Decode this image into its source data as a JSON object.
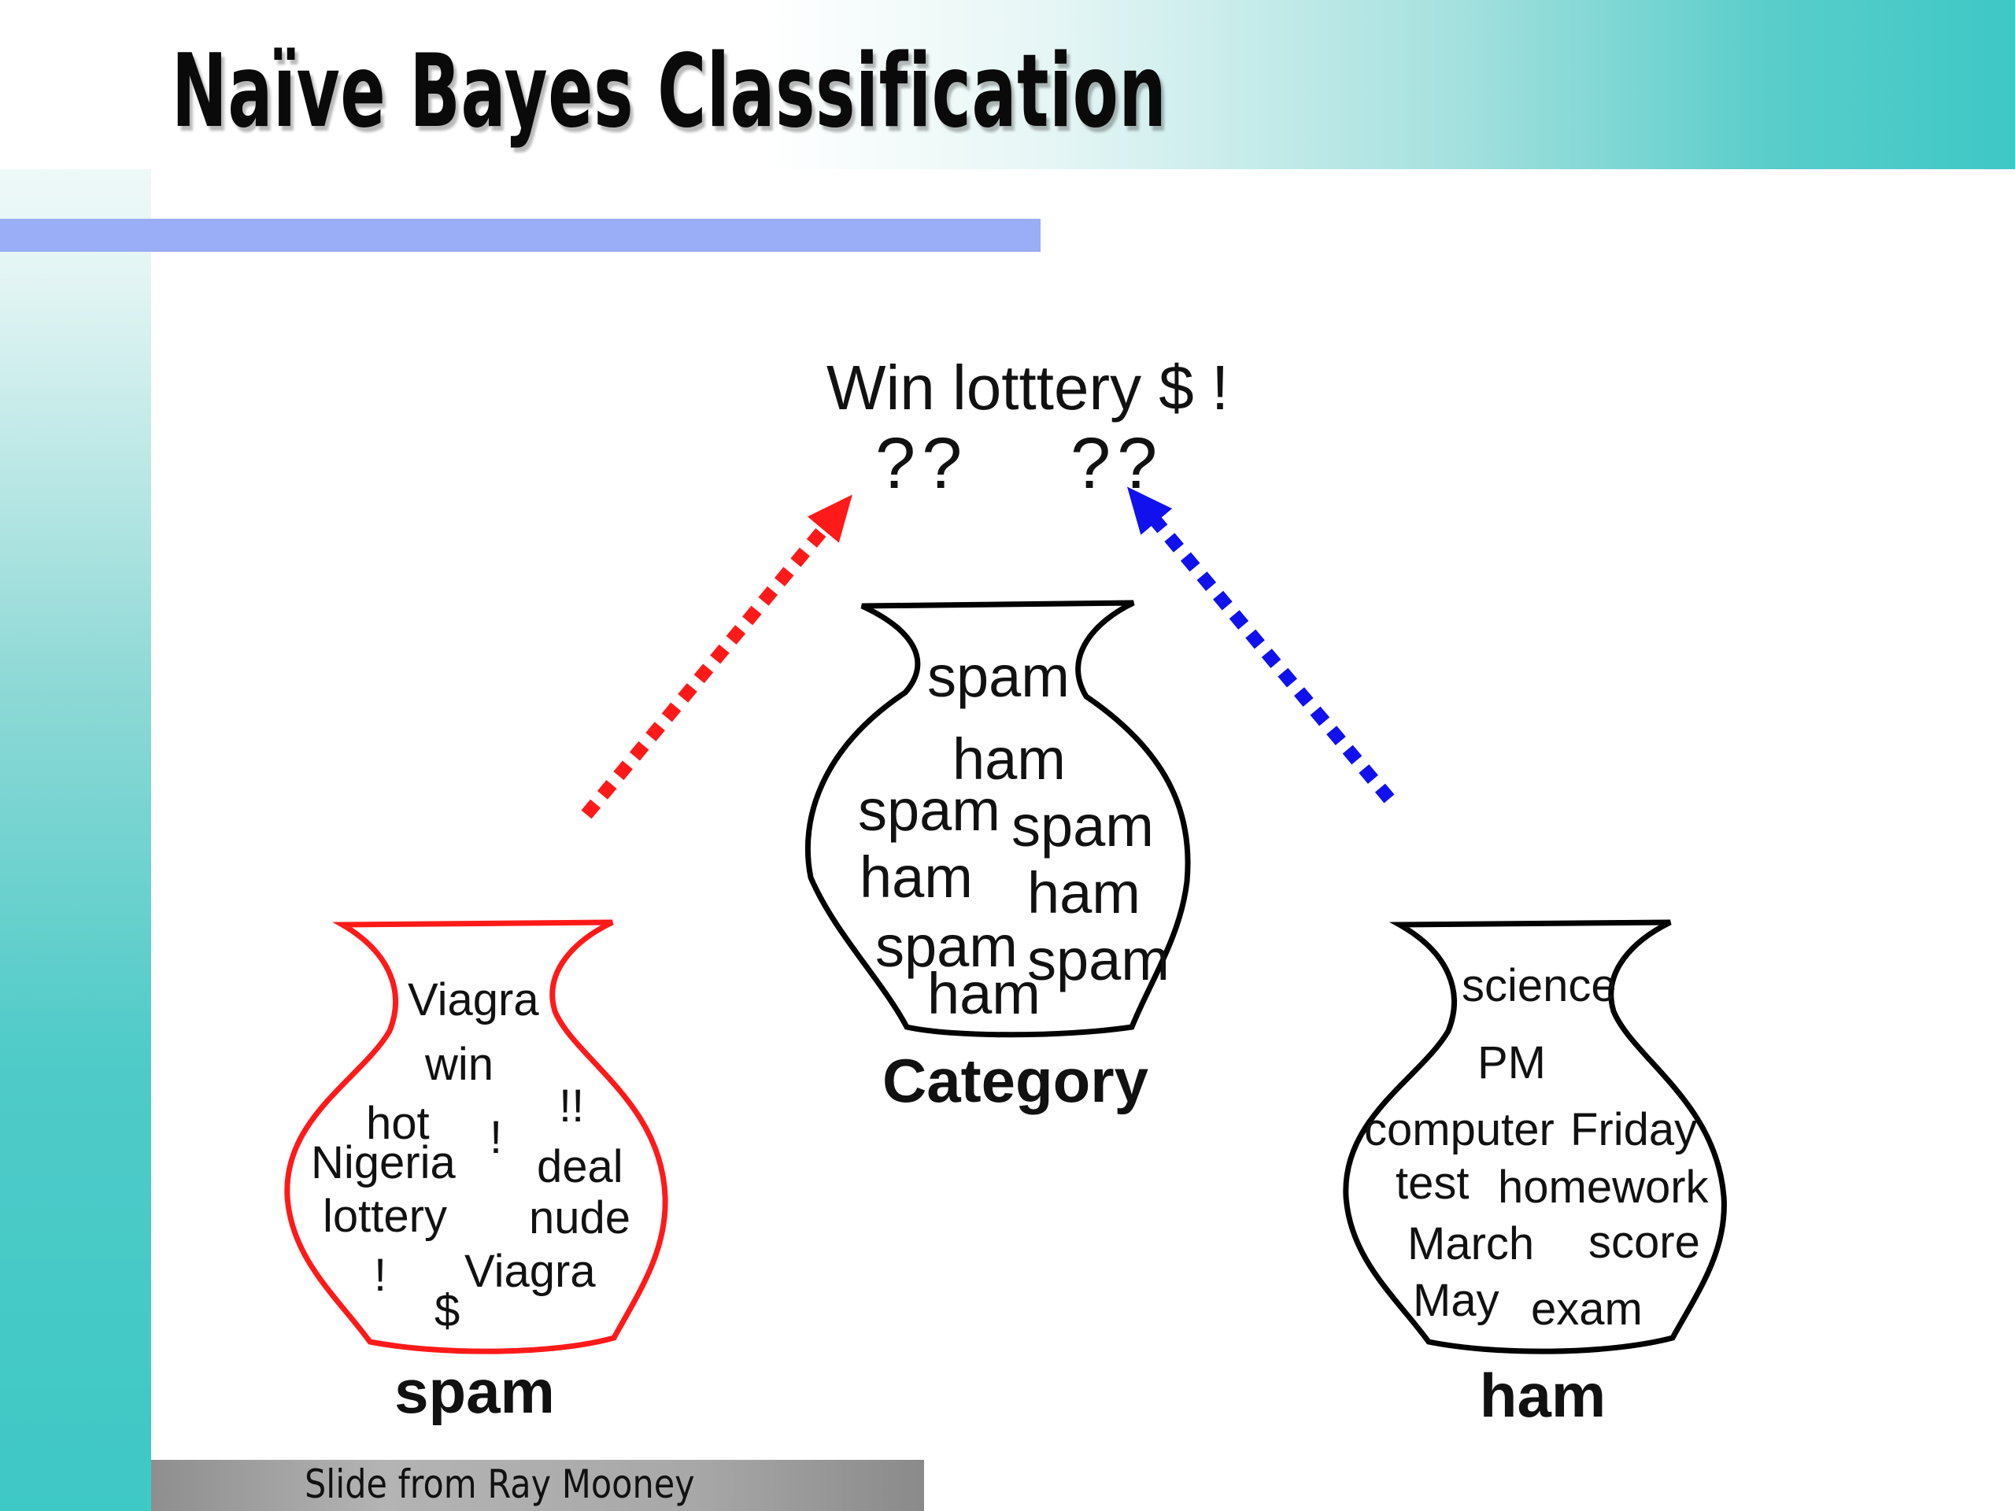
{
  "slide": {
    "title": "Naïve Bayes Classification",
    "credit": "Slide from Ray Mooney"
  },
  "diagram": {
    "query": {
      "text": "Win lotttery $ !",
      "mark_left": "??",
      "mark_right": "??"
    },
    "category_jar": {
      "label": "Category",
      "words": [
        "spam",
        "ham",
        "spam",
        "spam",
        "ham",
        "ham",
        "spam",
        "spam",
        "ham"
      ]
    },
    "spam_jar": {
      "label": "spam",
      "words": [
        "Viagra",
        "win",
        "hot",
        "!!",
        "!",
        "Nigeria",
        "deal",
        "lottery",
        "nude",
        "!",
        "Viagra",
        "$"
      ]
    },
    "ham_jar": {
      "label": "ham",
      "words": [
        "science",
        "PM",
        "computer",
        "Friday",
        "test",
        "homework",
        "March",
        "score",
        "May",
        "exam"
      ]
    },
    "colors": {
      "spam_arrow": "#ff1a1a",
      "ham_arrow": "#1111ee",
      "spam_jar_outline": "#ff1a1a",
      "other_jar_outline": "#000000"
    }
  }
}
